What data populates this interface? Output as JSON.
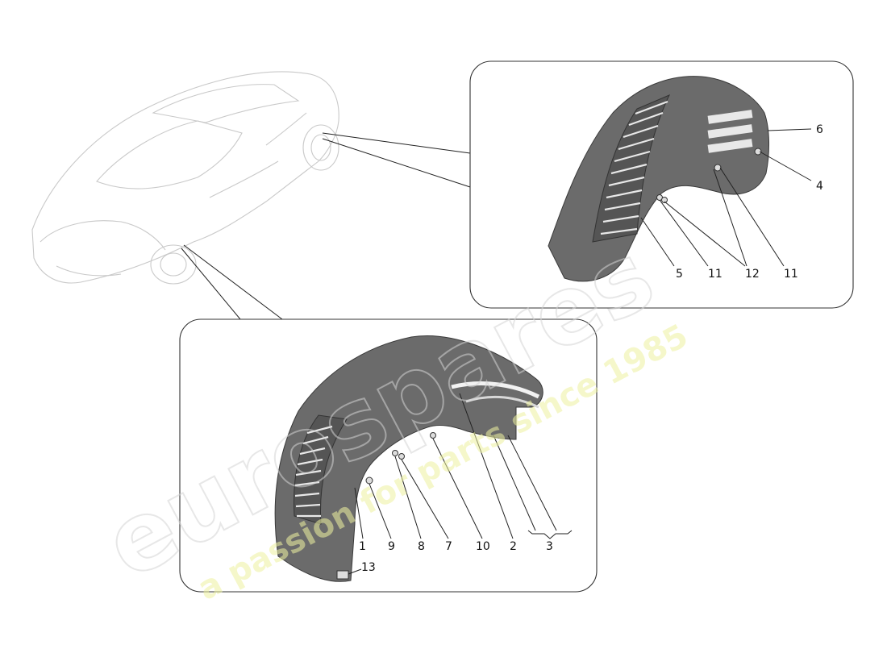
{
  "watermark": {
    "brand": "eurospares",
    "tagline": "a passion for parts since 1985"
  },
  "callouts": {
    "rear_panel": [
      "6",
      "4",
      "5",
      "11",
      "12",
      "11"
    ],
    "front_panel": [
      "1",
      "9",
      "8",
      "7",
      "10",
      "2",
      "3",
      "13"
    ]
  }
}
